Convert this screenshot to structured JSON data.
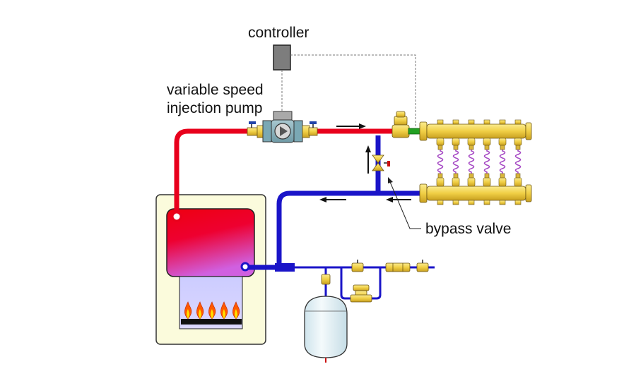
{
  "labels": {
    "controller": "controller",
    "pump_line1": "variable speed",
    "pump_line2": "injection pump",
    "bypass": "bypass valve"
  },
  "colors": {
    "supply_pipe": "#e8001c",
    "return_pipe": "#1a14c8",
    "brass": "#f2d65a",
    "boiler_cabinet": "#fbfbdc",
    "loop_tubing": "#a548c4",
    "controller_box": "#7d7d7d",
    "expansion_tank": "#e4f0f4"
  },
  "icons": {
    "pump": "circulator-pump-icon",
    "flame": "flame-icon",
    "valve": "bypass-valve-icon",
    "tank": "expansion-tank-icon",
    "manifold": "manifold-icon"
  }
}
